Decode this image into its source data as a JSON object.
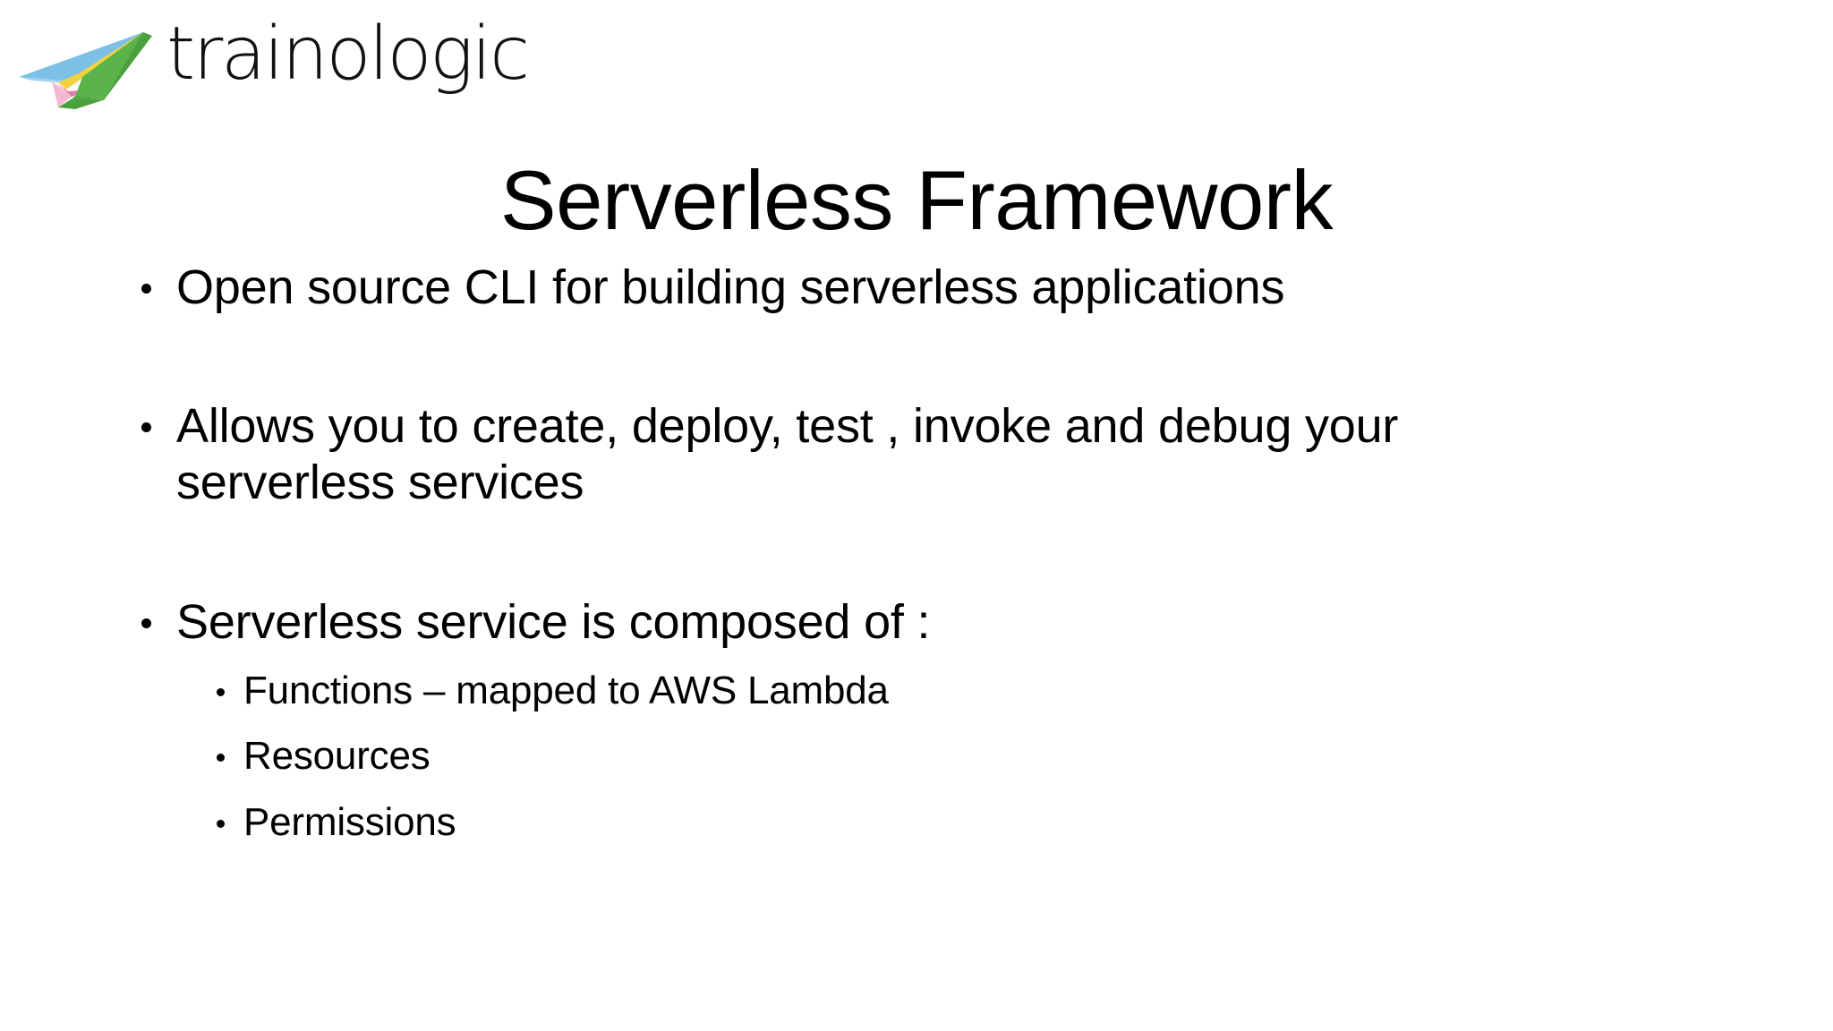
{
  "slide": {
    "background_color": "#ffffff",
    "text_color": "#000000",
    "title": "Serverless Framework"
  },
  "logo": {
    "wordmark": "trainologic",
    "plane_icon_name": "paper-plane-icon",
    "colors": {
      "blue": "#7cc0e8",
      "yellow": "#f2d23f",
      "green_light": "#6cbe5a",
      "green_dark": "#4aa03c",
      "pink": "#e87ca8"
    }
  },
  "bullets": [
    {
      "text": "Open source CLI for building serverless applications",
      "children": []
    },
    {
      "text": "Allows you to create, deploy, test , invoke and debug your serverless services",
      "children": []
    },
    {
      "text": "Serverless service is composed of :",
      "children": [
        "Functions – mapped to AWS Lambda",
        "Resources",
        "Permissions"
      ]
    }
  ]
}
